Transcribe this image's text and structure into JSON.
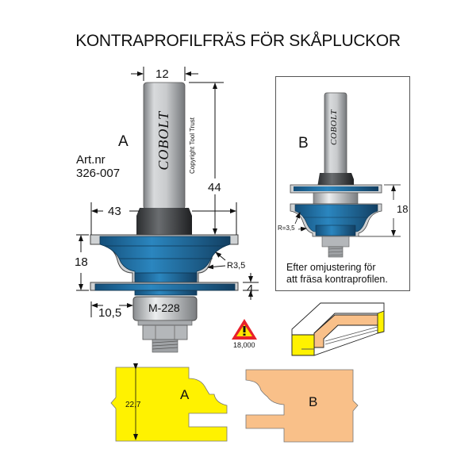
{
  "title": "KONTRAPROFILFRÄS FÖR SKÅPLUCKOR",
  "figure_a": {
    "label": "A",
    "article_label": "Art.nr",
    "article_number": "326-007",
    "brand": "COBOLT",
    "copyright": "Copyright Tool Trust",
    "bearing_label": "M-228",
    "dimensions": {
      "shank_diameter": "12",
      "cutting_length": "44",
      "cutter_diameter": "43",
      "cutter_height": "18",
      "radius": "R3,5",
      "slot_cutter_thickness": "4",
      "bearing_offset": "10,5"
    }
  },
  "figure_b": {
    "label": "B",
    "brand": "COBOLT",
    "dimensions": {
      "height": "18",
      "radius": "R=3,5"
    },
    "caption_line1": "Efter omjustering för",
    "caption_line2": "att fräsa kontraprofilen."
  },
  "warning": {
    "icon": "warning-triangle-icon",
    "rpm": "18,000"
  },
  "profiles": {
    "a_label": "A",
    "a_thickness": "22,7",
    "b_label": "B"
  },
  "colors": {
    "cutter_blue": "#1f6ea3",
    "shank_gray": "#b9bcbf",
    "profile_yellow": "#fff200",
    "profile_tan": "#f9c089",
    "warning_red": "#e8202a",
    "warning_yellow": "#ffe600"
  }
}
